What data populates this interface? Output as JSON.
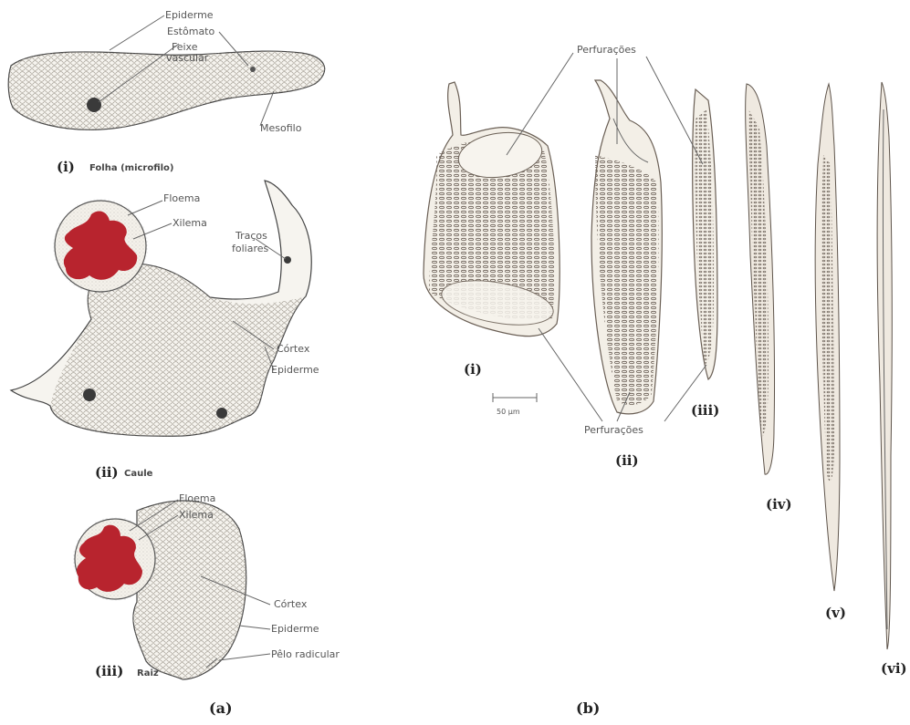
{
  "panel_a": {
    "label": "(a)",
    "leaf": {
      "numeral": "(i)",
      "caption": "Folha (microfilo)",
      "labels": {
        "epiderme": "Epiderme",
        "estomato": "Estômato",
        "feixe_1": "Feixe",
        "feixe_2": "vascular",
        "mesofilo": "Mesofilo"
      }
    },
    "stem": {
      "numeral": "(ii)",
      "caption": "Caule",
      "labels": {
        "floema": "Floema",
        "xilema": "Xilema",
        "tracos_1": "Traços",
        "tracos_2": "foliares",
        "cortex": "Córtex",
        "epiderme": "Epiderme"
      }
    },
    "root": {
      "numeral": "(iii)",
      "caption": "Raiz",
      "labels": {
        "floema": "Floema",
        "xilema": "Xilema",
        "cortex": "Córtex",
        "epiderme": "Epiderme",
        "pelo": "Pêlo radicular"
      }
    }
  },
  "panel_b": {
    "label": "(b)",
    "perforacoes_top": "Perfurações",
    "perforacoes_bottom": "Perfurações",
    "scale_bar": "50 µm",
    "numerals": [
      "(i)",
      "(ii)",
      "(iii)",
      "(iv)",
      "(v)",
      "(vi)"
    ]
  },
  "colors": {
    "xylem": "#b8242e",
    "ink": "#444444"
  }
}
